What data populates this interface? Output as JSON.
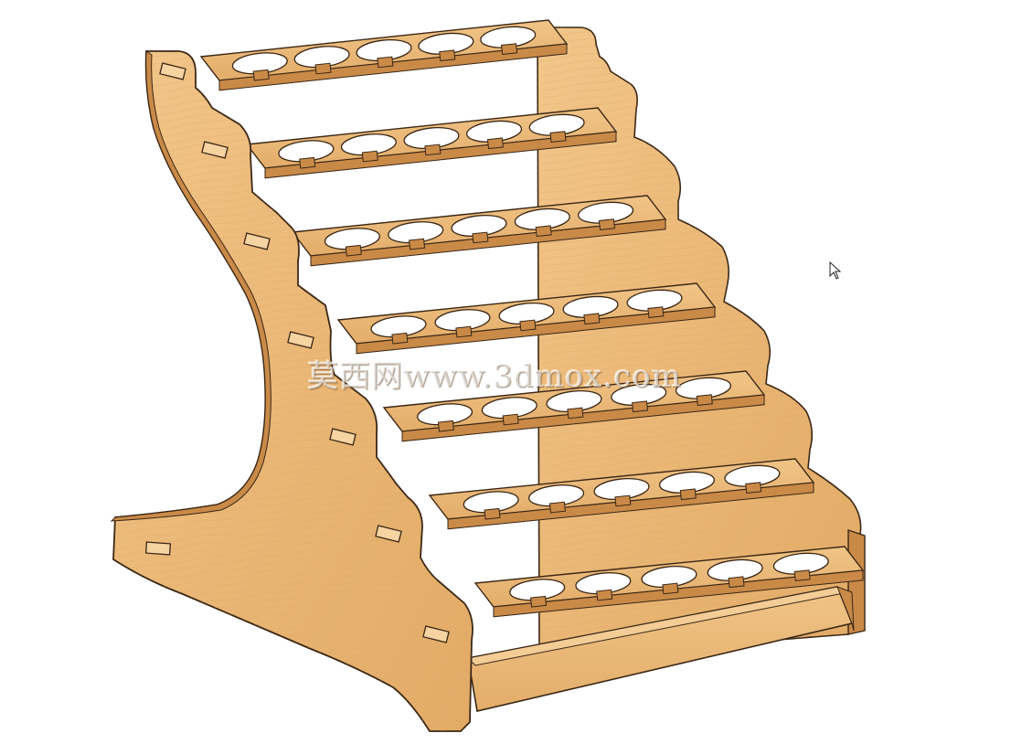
{
  "watermark": {
    "text": "莫西网www.3dmox.com"
  },
  "model": {
    "tiers": 7,
    "holes_per_tier": 5,
    "colors": {
      "wood_face": "#eab776",
      "wood_light": "#f3c98f",
      "wood_dark": "#c98a48",
      "wood_edge": "#b57535",
      "outline": "#3a2614",
      "background": "#ffffff"
    }
  },
  "cursor": {
    "icon": "arrow-pointer-icon"
  }
}
